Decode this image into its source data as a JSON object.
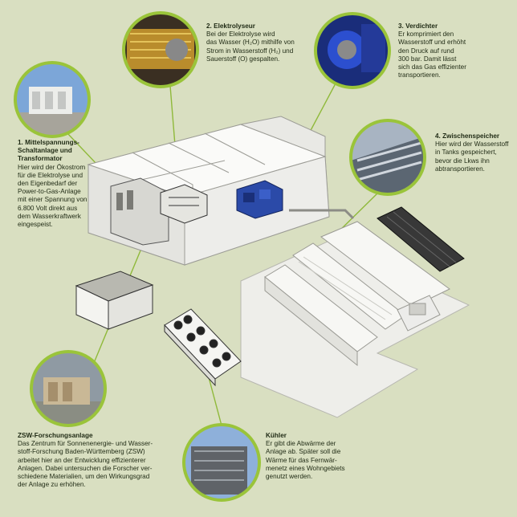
{
  "colors": {
    "background": "#d9dfc1",
    "accent_green": "#9ac43a",
    "building": "#f1f1ee",
    "text": "#1f2a14"
  },
  "items": [
    {
      "id": "transformer",
      "number": "1.",
      "title": "Mittelspannungs-Schaltanlage und Transformator",
      "title_lines": [
        "1. Mittelspannungs-",
        "Schaltanlage und",
        "Transformator"
      ],
      "body_lines": [
        "Hier wird der Ökostrom",
        "für die Elektrolyse und",
        "den Eigenbedarf der",
        "Power-to-Gas-Anlage",
        "mit einer Spannung von",
        "6.800 Volt direkt aus",
        "dem Wasserkraftwerk",
        "eingespeist."
      ]
    },
    {
      "id": "electrolyzer",
      "number": "2.",
      "title": "Elektrolyseur",
      "title_lines": [
        "2. Elektrolyseur"
      ],
      "body_lines": [
        "Bei der Elektrolyse wird",
        "das Wasser (H₂O) mithilfe von",
        "Strom in Wasserstoff (H₂) und",
        "Sauerstoff (O) gespalten."
      ]
    },
    {
      "id": "compressor",
      "number": "3.",
      "title": "Verdichter",
      "title_lines": [
        "3. Verdichter"
      ],
      "body_lines": [
        "Er komprimiert den",
        "Wasserstoff und erhöht",
        "den Druck auf rund",
        "300 bar. Damit lässt",
        "sich das Gas effizienter",
        "transportieren."
      ]
    },
    {
      "id": "storage",
      "number": "4.",
      "title": "Zwischenspeicher",
      "title_lines": [
        "4. Zwischenspeicher"
      ],
      "body_lines": [
        "Hier wird der Wasserstoff",
        "in Tanks gespeichert,",
        "bevor die Lkws ihn",
        "abtransportieren."
      ]
    },
    {
      "id": "zsw",
      "number": "",
      "title": "ZSW-Forschungsanlage",
      "title_lines": [
        "ZSW-Forschungsanlage"
      ],
      "body_lines": [
        "Das Zentrum für Sonnenenergie- und Wasser-",
        "stoff-Forschung Baden-Württemberg (ZSW)",
        "arbeitet hier an der Entwicklung effizienterer",
        "Anlagen. Dabei untersuchen die Forscher ver-",
        "schiedene Materialien, um den Wirkungsgrad",
        "der Anlage zu erhöhen."
      ]
    },
    {
      "id": "cooler",
      "number": "",
      "title": "Kühler",
      "title_lines": [
        "Kühler"
      ],
      "body_lines": [
        "Er gibt die Abwärme der",
        "Anlage ab. Später soll die",
        "Wärme für das Fernwär-",
        "menetz eines Wohngebiets",
        "genutzt werden."
      ]
    }
  ],
  "icons": [
    "transformer-photo",
    "electrolyzer-photo",
    "compressor-photo",
    "storage-photo",
    "zsw-photo",
    "cooler-photo"
  ]
}
